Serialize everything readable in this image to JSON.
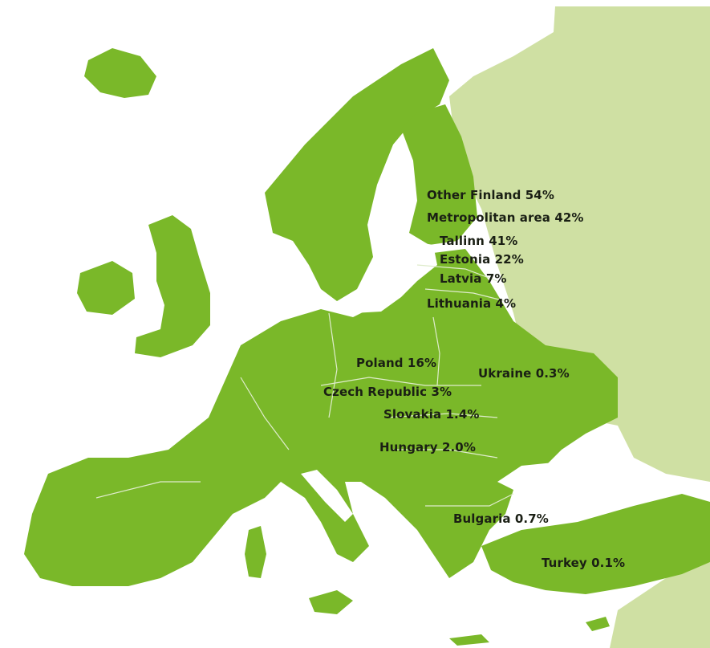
{
  "colors": {
    "land": "#7ab829",
    "land_east": "#cfe0a3",
    "water": "#ffffff",
    "border": "#dfeccc",
    "label_text": "#1a1f14"
  },
  "labels": [
    {
      "name": "other-finland",
      "text": "Other Finland 54%"
    },
    {
      "name": "metropolitan-area",
      "text": "Metropolitan area 42%"
    },
    {
      "name": "tallinn",
      "text": "Tallinn 41%"
    },
    {
      "name": "estonia",
      "text": "Estonia 22%"
    },
    {
      "name": "latvia",
      "text": "Latvia 7%"
    },
    {
      "name": "lithuania",
      "text": "Lithuania 4%"
    },
    {
      "name": "poland",
      "text": "Poland 16%"
    },
    {
      "name": "ukraine",
      "text": "Ukraine 0.3%"
    },
    {
      "name": "czech-republic",
      "text": "Czech Republic 3%"
    },
    {
      "name": "slovakia",
      "text": "Slovakia 1.4%"
    },
    {
      "name": "hungary",
      "text": "Hungary 2.0%"
    },
    {
      "name": "bulgaria",
      "text": "Bulgaria 0.7%"
    },
    {
      "name": "turkey",
      "text": "Turkey 0.1%"
    }
  ]
}
